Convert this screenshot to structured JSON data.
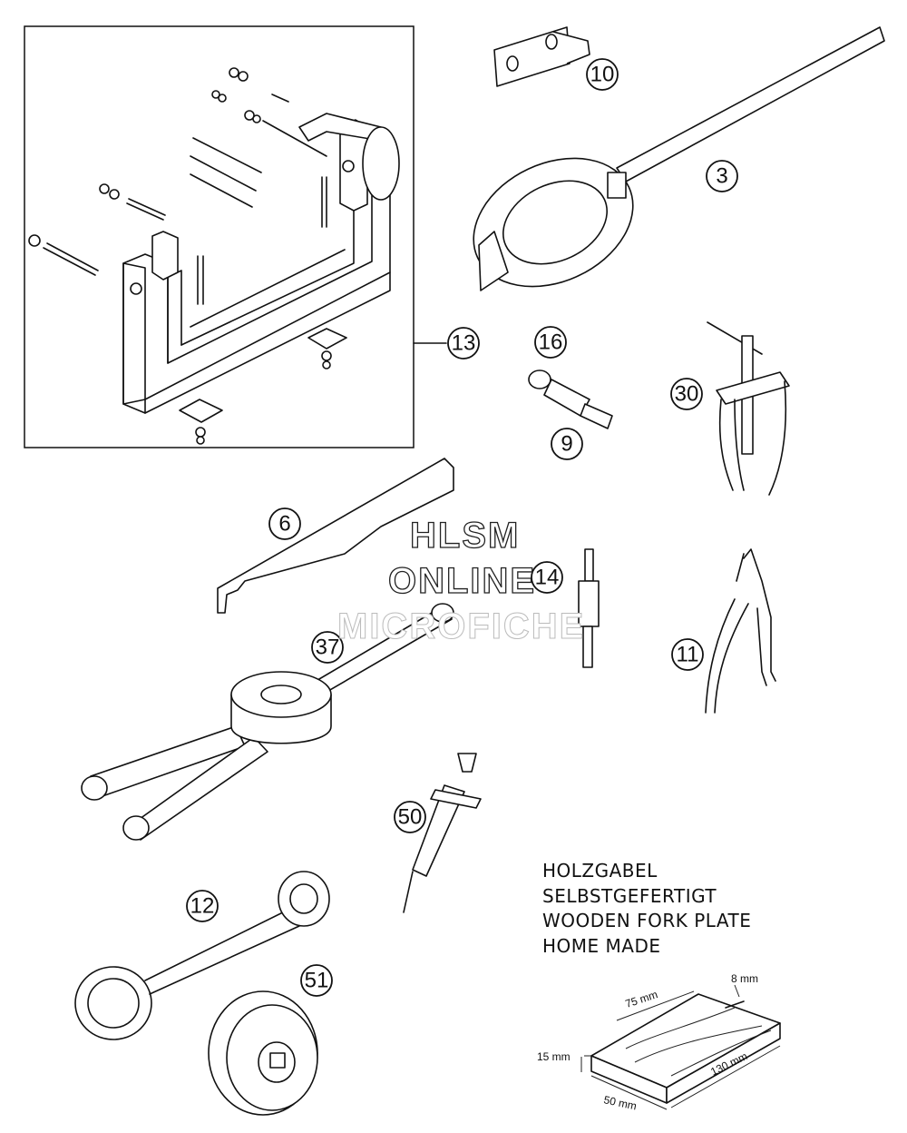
{
  "callouts": [
    "10",
    "3",
    "13",
    "16",
    "9",
    "30",
    "6",
    "14",
    "37",
    "11",
    "50",
    "12",
    "51"
  ],
  "note": {
    "line1": "HOLZGABEL",
    "line2": "SELBSTGEFERTIGT",
    "line3": "WOODEN FORK PLATE",
    "line4": "HOME MADE"
  },
  "dimensions": {
    "length_top": "75 mm",
    "thickness": "8 mm",
    "height": "15 mm",
    "width": "50 mm",
    "length": "130 mm"
  },
  "watermark": {
    "line1": "HLSM",
    "line2": "ONLINE",
    "line3": "MICROFICHE"
  }
}
